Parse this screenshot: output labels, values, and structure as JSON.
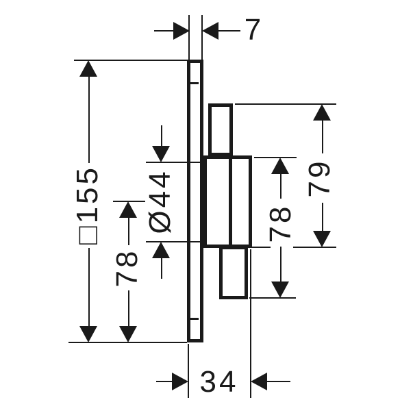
{
  "dims": {
    "plate_thickness": "7",
    "plate_size": "□155",
    "diameter": "Ø44",
    "left_span": "78",
    "right_inner_span": "78",
    "right_outer_span": "79",
    "depth": "34"
  },
  "colors": {
    "line": "#1a1a1a",
    "background": "#ffffff"
  }
}
